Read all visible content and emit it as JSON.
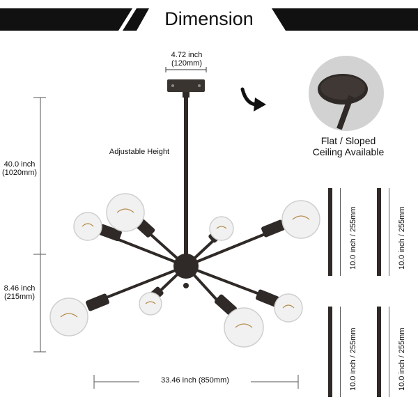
{
  "title": "Dimension",
  "canopy_width": {
    "inch": "4.72 inch",
    "mm": "(120mm)"
  },
  "adjustable_height": "Adjustable Height",
  "total_height": {
    "inch": "40.0 inch",
    "mm": "(1020mm)"
  },
  "fixture_height": {
    "inch": "8.46 inch",
    "mm": "(215mm)"
  },
  "total_width": "33.46 inch (850mm)",
  "ceiling_note": {
    "line1": "Flat / Sloped",
    "line2": "Ceiling Available"
  },
  "rods": [
    {
      "label": "10.0 inch / 255mm"
    },
    {
      "label": "10.0 inch / 255mm"
    },
    {
      "label": "10.0 inch / 255mm"
    },
    {
      "label": "10.0 inch / 255mm"
    }
  ],
  "colors": {
    "metal": "#2f2a27",
    "band": "#111111",
    "bulb": "#e9e9e9",
    "filament": "#b58a4a"
  }
}
